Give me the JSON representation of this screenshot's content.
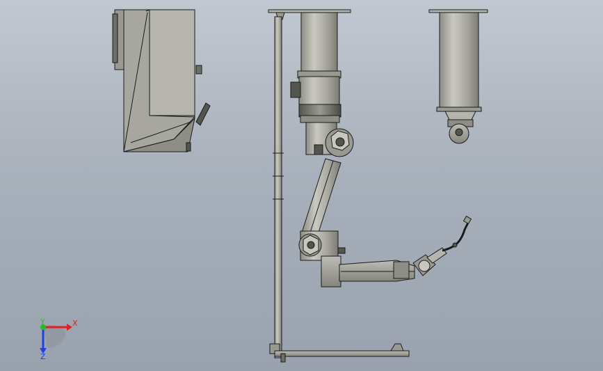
{
  "viewport": {
    "background_top": "#c2c8d1",
    "background_bottom": "#98a1ad"
  },
  "triad": {
    "x_label": "X",
    "y_label": "Y",
    "z_label": "Z",
    "x_color": "#e02020",
    "y_color": "#20c020",
    "z_color": "#2040e0"
  },
  "colors": {
    "metal": "#a4a49c",
    "metal_light": "#c8c8c0",
    "metal_dark": "#6e6e68",
    "edge": "#1a1a1a"
  },
  "icons": [
    "triad-icon"
  ]
}
